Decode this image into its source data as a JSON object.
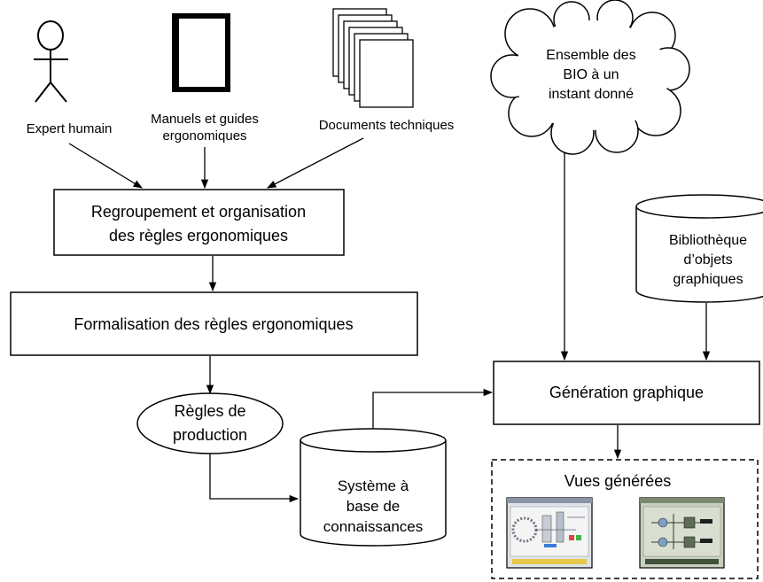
{
  "sources": {
    "expert": "Expert humain",
    "manuals_line1": "Manuels et guides",
    "manuals_line2": "ergonomiques",
    "documents": "Documents techniques"
  },
  "boxes": {
    "regroupement_line1": "Regroupement et organisation",
    "regroupement_line2": "des règles ergonomiques",
    "formalisation": "Formalisation des règles ergonomiques",
    "generation": "Génération graphique"
  },
  "ellipse": {
    "line1": "Règles de",
    "line2": "production"
  },
  "kb_cylinder": {
    "line1": "Système à",
    "line2": "base de",
    "line3": "connaissances"
  },
  "cloud": {
    "line1": "Ensemble des",
    "line2": "BIO à un",
    "line3": "instant donné"
  },
  "library_cylinder": {
    "line1": "Bibliothèque",
    "line2": "d’objets",
    "line3": "graphiques"
  },
  "views": {
    "title": "Vues générées"
  }
}
